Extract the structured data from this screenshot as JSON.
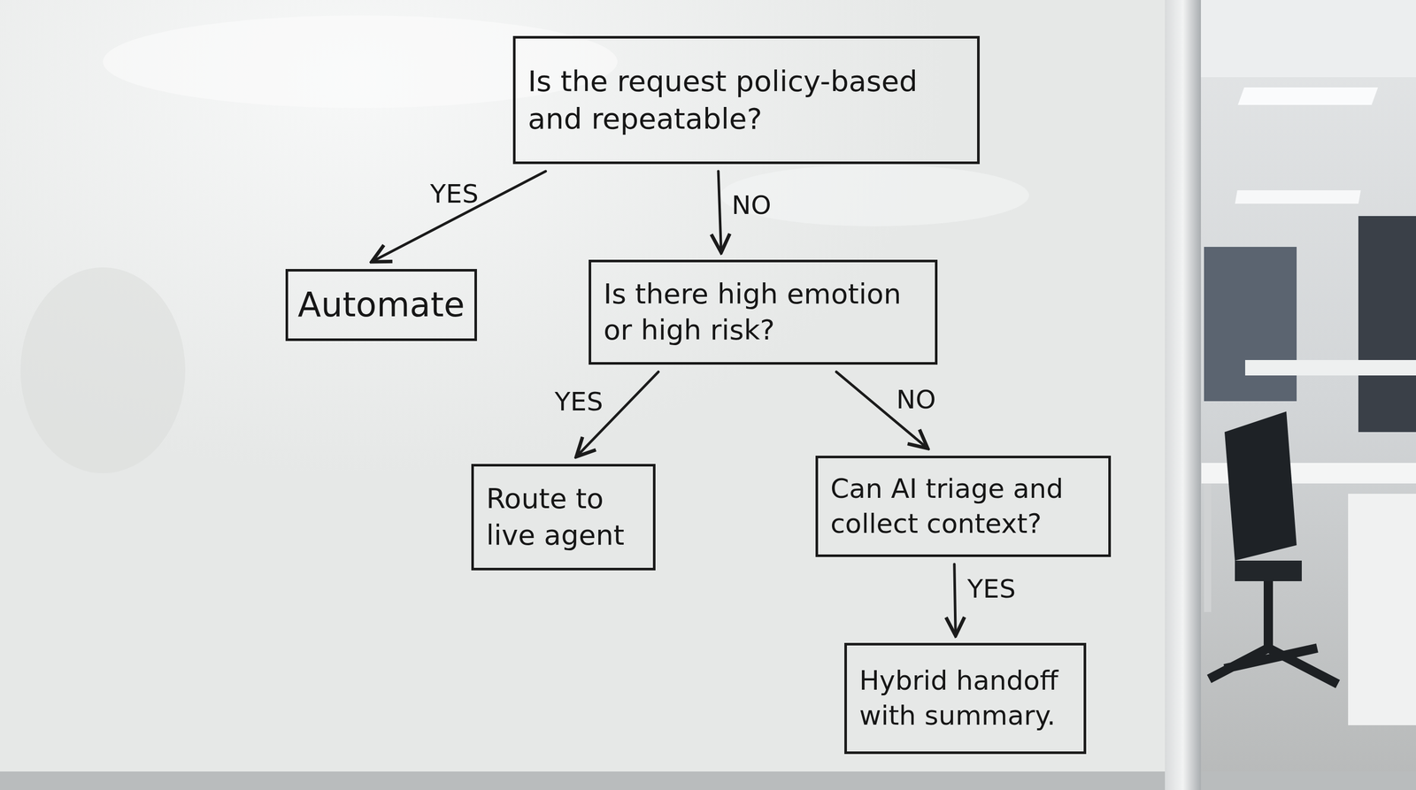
{
  "diagram": {
    "nodes": [
      {
        "text": [
          "Is the request policy-based and repeatable?"
        ]
      },
      {
        "text": [
          "Automate"
        ]
      },
      {
        "text": [
          "Is there high emotion or high risk?"
        ]
      },
      {
        "text": [
          "Route to live agent"
        ]
      },
      {
        "text": [
          "Can AI triage and collect context?"
        ]
      },
      {
        "text": [
          "Hybrid handoff with summary."
        ]
      }
    ],
    "edges": [
      {
        "from": 0,
        "to": 1,
        "label": "YES",
        "arrow": "to"
      },
      {
        "from": 0,
        "to": 2,
        "label": "NO",
        "arrow": "to"
      },
      {
        "from": 2,
        "to": 3,
        "label": "YES",
        "arrow": "to"
      },
      {
        "from": 2,
        "to": 4,
        "label": "NO",
        "arrow": "to"
      },
      {
        "from": 4,
        "to": 5,
        "label": "YES",
        "arrow": "to"
      }
    ]
  }
}
